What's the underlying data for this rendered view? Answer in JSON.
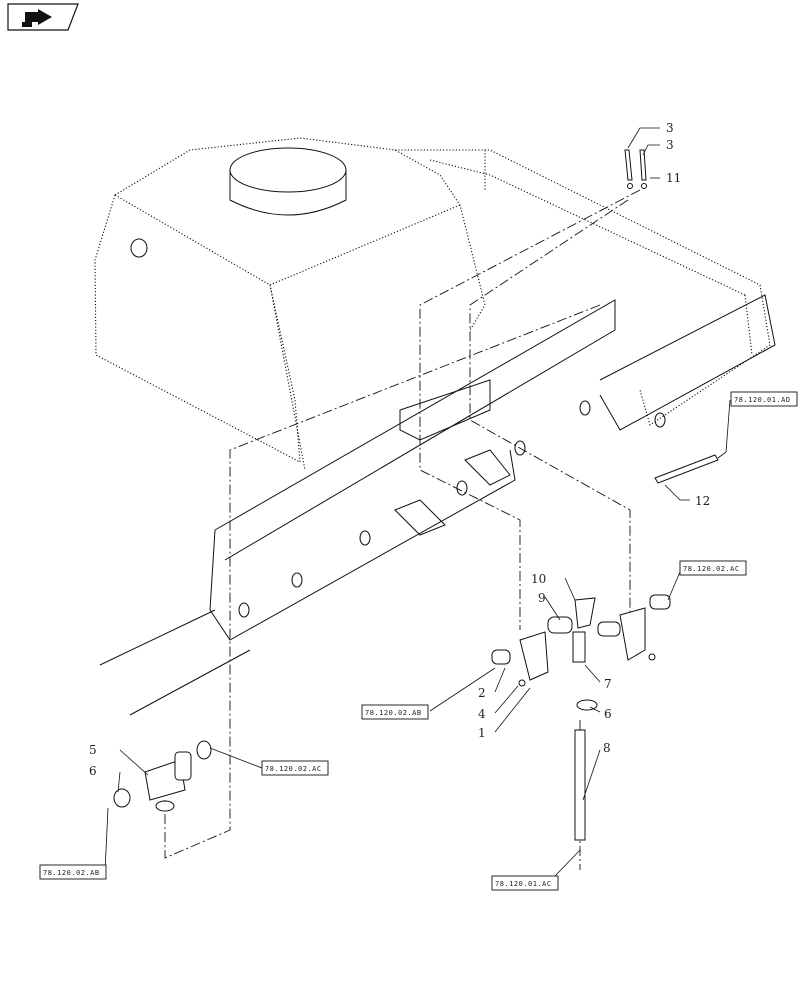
{
  "diagram": {
    "callouts": [
      "1",
      "2",
      "3",
      "3",
      "4",
      "5",
      "6",
      "6",
      "7",
      "8",
      "9",
      "10",
      "11",
      "12"
    ],
    "references": [
      "78.120.01.AD",
      "78.120.02.AC",
      "78.120.02.AB",
      "78.120.02.AC",
      "78.120.02.AB",
      "78.120.01.AC"
    ]
  },
  "icons": {
    "nav": "arrow-icon"
  }
}
